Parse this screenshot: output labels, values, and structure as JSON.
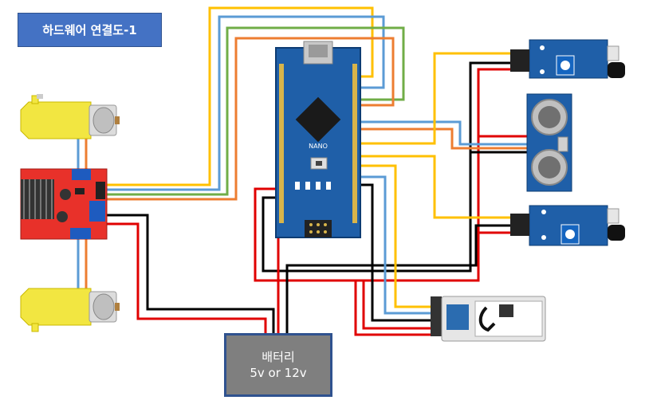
{
  "title": "하드웨어 연결도-1",
  "battery": {
    "line1": "배터리",
    "line2": "5v or 12v"
  },
  "nano": {
    "label": "NANO"
  },
  "colors": {
    "yellow": "#ffc000",
    "blue": "#5b9bd5",
    "green": "#70ad47",
    "orange": "#ed7d31",
    "red": "#e00000",
    "black": "#000000",
    "title_fill": "#4472c4",
    "battery_fill": "#7f7f7f",
    "board_blue": "#1f5fa8",
    "driver_red": "#e8312a",
    "motor_yellow": "#f2e641"
  },
  "components": [
    {
      "name": "motor-top",
      "kind": "gear-motor"
    },
    {
      "name": "motor-bottom",
      "kind": "gear-motor"
    },
    {
      "name": "motor-driver",
      "kind": "l298n-driver"
    },
    {
      "name": "arduino-nano",
      "kind": "microcontroller"
    },
    {
      "name": "ir-sensor-top",
      "kind": "ir-sensor"
    },
    {
      "name": "ultrasonic-sensor",
      "kind": "hc-sr04"
    },
    {
      "name": "ir-sensor-bottom",
      "kind": "ir-sensor"
    },
    {
      "name": "bluetooth-module",
      "kind": "hc-06"
    }
  ]
}
